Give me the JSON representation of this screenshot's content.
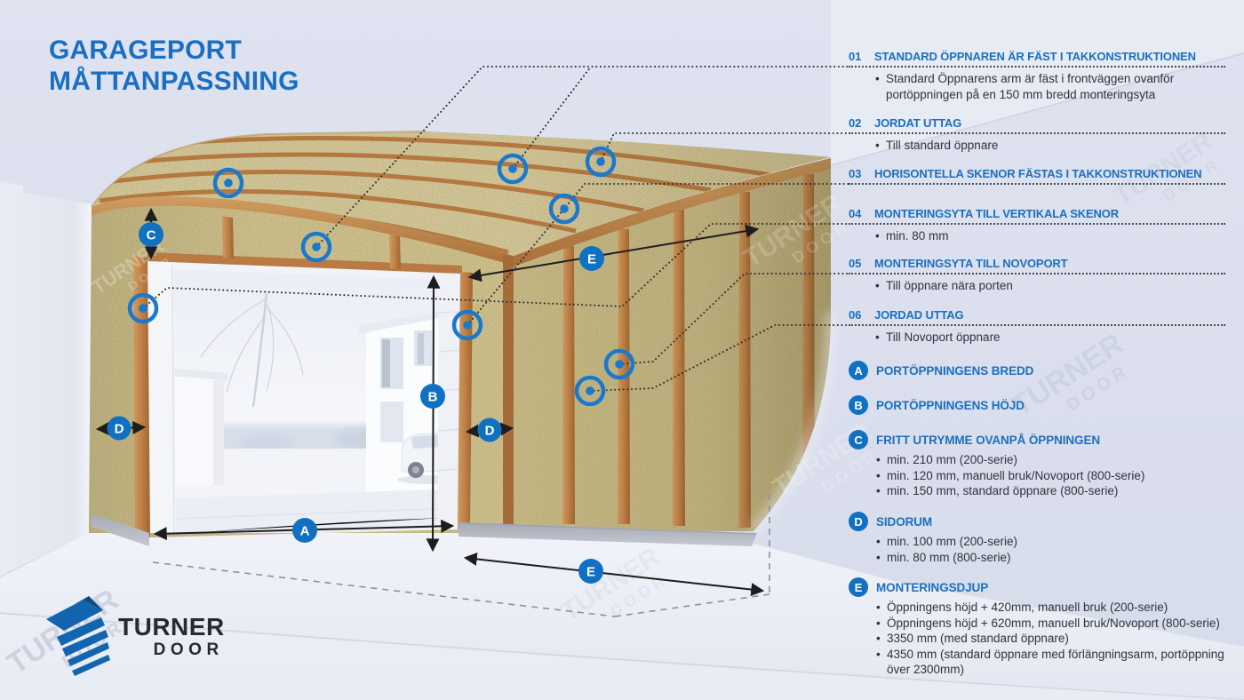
{
  "title": {
    "line1": "GARAGEPORT",
    "line2": "MÅTTANPASSNING"
  },
  "brand": {
    "name": "TURNER",
    "sub": "DOOR"
  },
  "colors": {
    "accent": "#1b6fc0",
    "badge": "#1070c2",
    "ring": "#1a79cc",
    "text": "#2f3339"
  },
  "numbered_notes": [
    {
      "num": "01",
      "title": "STANDARD ÖPPNAREN ÄR FÄST I TAKKONSTRUKTIONEN",
      "bullets": [
        "Standard Öppnarens arm är fäst i frontväggen ovanför portöppningen på en 150 mm bredd monteringsyta"
      ]
    },
    {
      "num": "02",
      "title": "JORDAT UTTAG",
      "bullets": [
        "Till standard öppnare"
      ]
    },
    {
      "num": "03",
      "title": "HORISONTELLA SKENOR FÄSTAS I TAKKONSTRUKTIONEN",
      "bullets": []
    },
    {
      "num": "04",
      "title": "MONTERINGSYTA TILL VERTIKALA SKENOR",
      "bullets": [
        "min. 80 mm"
      ]
    },
    {
      "num": "05",
      "title": "MONTERINGSYTA TILL NOVOPORT",
      "bullets": [
        "Till öppnare nära porten"
      ]
    },
    {
      "num": "06",
      "title": "JORDAD UTTAG",
      "bullets": [
        "Till Novoport öppnare"
      ]
    }
  ],
  "lettered_notes": [
    {
      "letter": "A",
      "title": "PORTÖPPNINGENS BREDD",
      "bullets": []
    },
    {
      "letter": "B",
      "title": "PORTÖPPNINGENS HÖJD",
      "bullets": []
    },
    {
      "letter": "C",
      "title": "FRITT UTRYMME OVANPÅ ÖPPNINGEN",
      "bullets": [
        "min. 210 mm (200-serie)",
        "min. 120 mm, manuell bruk/Novoport (800-serie)",
        "min. 150 mm, standard öppnare (800-serie)"
      ]
    },
    {
      "letter": "D",
      "title": "SIDORUM",
      "bullets": [
        "min. 100 mm (200-serie)",
        "min. 80 mm (800-serie)"
      ]
    },
    {
      "letter": "E",
      "title": "MONTERINGSDJUP",
      "bullets": [
        "Öppningens höjd + 420mm, manuell bruk (200-serie)",
        "Öppningens höjd + 620mm, manuell bruk/Novoport (800-serie)",
        "3350 mm (med standard öppnare)",
        "4350 mm (standard öppnare med förlängningsarm, portöppning över 2300mm)"
      ]
    }
  ],
  "diagram": {
    "badges": [
      "C",
      "E",
      "B",
      "D",
      "D",
      "A",
      "E"
    ]
  }
}
